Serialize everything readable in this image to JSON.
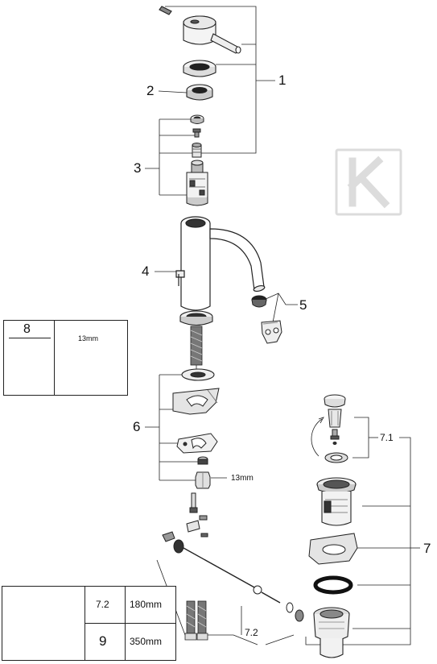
{
  "callouts": {
    "c1": "1",
    "c2": "2",
    "c3": "3",
    "c4": "4",
    "c5": "5",
    "c6": "6",
    "c7": "7",
    "c71": "7.1",
    "c72": "7.2",
    "size_13mm_a": "13mm"
  },
  "tool_box": {
    "label": "8",
    "size": "13mm"
  },
  "length_box": {
    "row1_label": "7.2",
    "row1_value": "180mm",
    "row2_label": "9",
    "row2_value": "350mm"
  },
  "watermark": {
    "letter": "K",
    "color": "#d9d9d9"
  }
}
